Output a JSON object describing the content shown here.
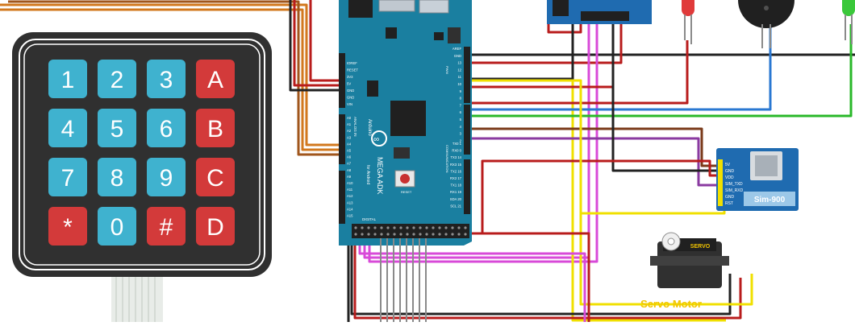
{
  "keypad": {
    "keys": [
      "1",
      "2",
      "3",
      "A",
      "4",
      "5",
      "6",
      "B",
      "7",
      "8",
      "9",
      "C",
      "*",
      "0",
      "#",
      "D"
    ],
    "colors": {
      "digit": "#3fb2cf",
      "letter": "#d33a3a",
      "body": "#303030"
    }
  },
  "arduino": {
    "board_label": "MEGA ADK",
    "board_sub": "for Android",
    "brand": "Arduino",
    "reset_label": "RESET",
    "power_labels": [
      "IOREF",
      "RESET",
      "3V3",
      "5V",
      "GND",
      "GND",
      "VIN"
    ],
    "analog_header": "ANALOG IN",
    "analog_pins": [
      "A0",
      "A1",
      "A2",
      "A3",
      "A4",
      "A5",
      "A6",
      "A7",
      "A8",
      "A9",
      "A10",
      "A11",
      "A12",
      "A13",
      "A14",
      "A15"
    ],
    "digital_top": [
      "AREF",
      "GND",
      "13",
      "12",
      "11",
      "10",
      "9",
      "8",
      "7",
      "6",
      "5",
      "4",
      "3",
      "2"
    ],
    "digital_bottom": [
      "TX0 1",
      "RX0 0",
      "TX3 14",
      "RX3 15",
      "TX2 16",
      "RX2 17",
      "TX1 18",
      "RX1 19",
      "SDA 20",
      "SCL 21"
    ],
    "pwm_label": "PWM",
    "comm_label": "COMMUNICATION",
    "digital_label": "DIGITAL",
    "color": "#1a7fa0"
  },
  "sim900": {
    "label": "Sim-900",
    "pins": [
      "5V",
      "GND",
      "VDD",
      "SIM_TXD",
      "SIM_RXD",
      "GND",
      "RST"
    ]
  },
  "servo": {
    "label": "Servo Motor",
    "badge": "SERVO",
    "label_color": "#f2c500"
  },
  "leds": {
    "red": "#e03a3a",
    "green": "#3ac83a"
  },
  "wire_colors": {
    "red": "#b81c1c",
    "orange": "#d2781e",
    "yellow": "#f0e000",
    "black": "#222222",
    "blue": "#2a78d2",
    "green": "#29b829",
    "magenta": "#d84ad8",
    "brown": "#7a3a1a",
    "purple": "#8a3aa0",
    "gray": "#8a8a8a"
  }
}
